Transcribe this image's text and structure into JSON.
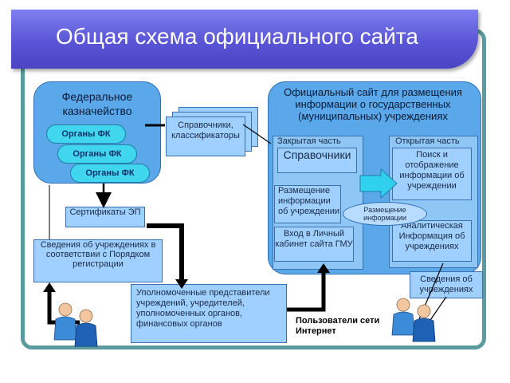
{
  "title": "Общая схема официального сайта",
  "federal": {
    "title": "Федеральное казначейство",
    "organs": [
      "Органы ФК",
      "Органы ФК",
      "Органы ФК"
    ]
  },
  "references_doc": "Справочники, классификаторы",
  "certificates": "Сертификаты ЭП",
  "institution_info": "Сведения об учреждениях в соответствии с Порядком регистрации",
  "authorized": "Уполномоченные представители учреждений, учредителей, уполномоченных органов, финансовых органов",
  "users": "Пользователи сети Интернет",
  "site": {
    "title": "Официальный сайт для размещения информации о государственных (муниципальных) учреждениях",
    "closed": {
      "label": "Закрытая часть",
      "directories": "Справочники",
      "placement": "Размещение информации об учреждении",
      "cabinet": "Вход в Личный кабинет сайта ГМУ"
    },
    "open": {
      "label": "Открытая часть",
      "search": "Поиск и отображение информации об учреждении",
      "analytics": "Аналитическая Информация об учреждениях"
    },
    "placement_bubble": "Размещение информации"
  },
  "info_out": "Сведения об учреждениях",
  "colors": {
    "title_band": "#5a55d6",
    "panel": "#5aa7ea",
    "box": "#9fd0ff",
    "pill": "#3fd6ee",
    "arrow": "#2fd1ee",
    "frame": "#5b9a9e"
  }
}
